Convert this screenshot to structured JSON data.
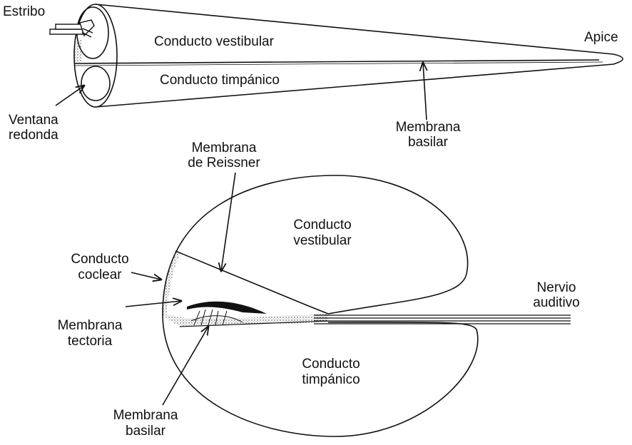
{
  "top_diagram": {
    "estribo": "Estribo",
    "conducto_vestibular": "Conducto vestibular",
    "conducto_timpanico": "Conducto timpánico",
    "apice": "Apice",
    "ventana_redonda": [
      "Ventana",
      "redonda"
    ],
    "membrana_basilar": [
      "Membrana",
      "basilar"
    ]
  },
  "bottom_diagram": {
    "membrana_reissner": [
      "Membrana",
      "de Reissner"
    ],
    "conducto_vestibular": [
      "Conducto",
      "vestibular"
    ],
    "conducto_coclear": [
      "Conducto",
      "coclear"
    ],
    "nervio_auditivo": [
      "Nervio",
      "auditivo"
    ],
    "membrana_tectoria": [
      "Membrana",
      "tectoria"
    ],
    "conducto_timpanico": [
      "Conducto",
      "timpánico"
    ],
    "membrana_basilar": [
      "Membrana",
      "basilar"
    ]
  }
}
